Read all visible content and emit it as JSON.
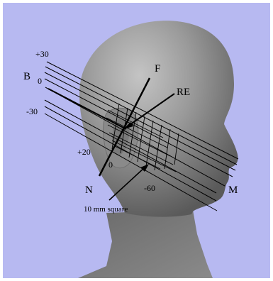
{
  "figure": {
    "background": "#b7b9f1",
    "head_color": "#8e8e8e",
    "line_color": "#000000"
  },
  "labels": {
    "b": "B",
    "plus30": "+30",
    "zero_left": "0",
    "minus30": "-30",
    "f": "F",
    "re": "RE",
    "plus20": "+20",
    "zero_bottom": "0",
    "n": "N",
    "minus60": "-60",
    "m": "M",
    "scale": "10 mm square"
  }
}
